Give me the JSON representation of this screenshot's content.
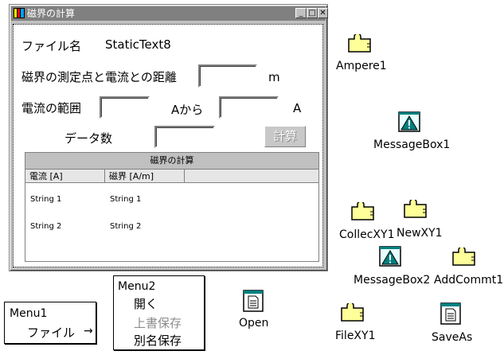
{
  "window": {
    "title": "磁界の計算",
    "buttons": {
      "minimize": "_",
      "maximize": "□",
      "close": "✕"
    }
  },
  "form": {
    "filename_label": "ファイル名",
    "filename_value": "StaticText8",
    "distance_label": "磁界の測定点と電流との距離",
    "distance_unit": "m",
    "range_label": "電流の範囲",
    "range_from": "Aから",
    "range_to_unit": "A",
    "count_label": "データ数",
    "calc_button": "計算"
  },
  "grid": {
    "caption": "磁界の計算",
    "columns": [
      "電流 [A]",
      "磁界 [A/m]"
    ],
    "rows": [
      [
        "String 1",
        "String 1"
      ],
      [
        "String 2",
        "String 2"
      ]
    ]
  },
  "components": {
    "ampere": "Ampere1",
    "messagebox1": "MessageBox1",
    "collecxy": "CollecXY1",
    "newxy": "NewXY1",
    "messagebox2": "MessageBox2",
    "addcommt": "AddCommt1",
    "open": "Open",
    "filexy": "FileXY1",
    "saveas": "SaveAs"
  },
  "menu1": {
    "title": "Menu1",
    "item": "ファイル",
    "arrow": "→"
  },
  "menu2": {
    "title": "Menu2",
    "items": [
      "開く",
      "上書保存",
      "別名保存"
    ]
  },
  "icons": {
    "component": "puzzle-icon",
    "message": "warning-icon",
    "dialog": "document-icon",
    "app": "app-icon"
  },
  "colors": {
    "titlebar": "#808080",
    "face": "#c0c0c0",
    "puzzle": "#ffff99",
    "teal": "#008080"
  }
}
